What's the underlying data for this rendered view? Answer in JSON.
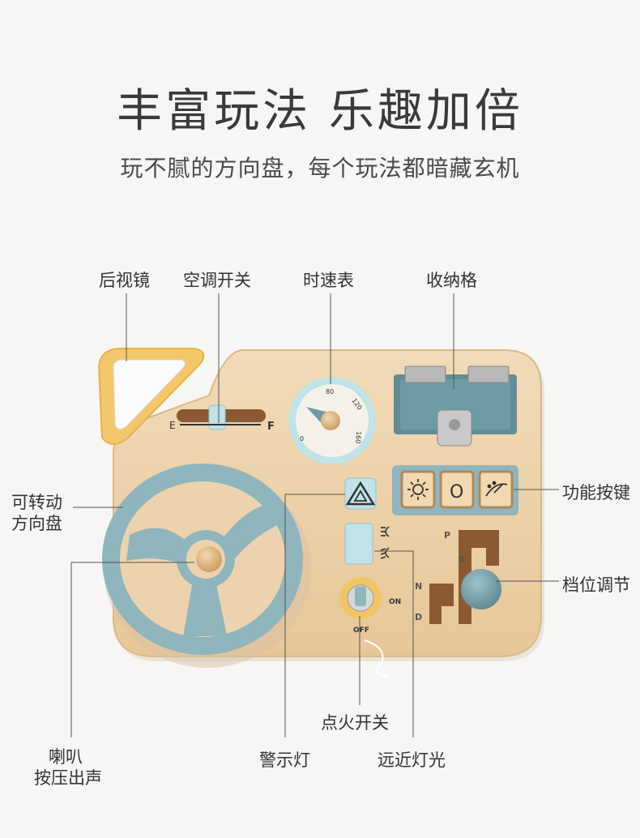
{
  "header": {
    "title": "丰富玩法 乐趣加倍",
    "subtitle": "玩不腻的方向盘，每个玩法都暗藏玄机"
  },
  "callouts": {
    "mirror": "后视镜",
    "ac_switch": "空调开关",
    "speedometer": "时速表",
    "storage": "收纳格",
    "steering_line1": "可转动",
    "steering_line2": "方向盘",
    "function_buttons": "功能按键",
    "gear_shift": "档位调节",
    "ignition": "点火开关",
    "hazard": "警示灯",
    "headlights": "远近灯光",
    "horn_line1": "喇叭",
    "horn_line2": "按压出声"
  },
  "board_labels": {
    "fuel_empty": "E",
    "fuel_full": "F",
    "speed_0": "0",
    "speed_80": "80",
    "speed_120": "120",
    "speed_160": "160",
    "gear_p": "P",
    "gear_r": "R",
    "gear_n": "N",
    "gear_d": "D",
    "ignition_on": "ON",
    "ignition_off": "OFF",
    "button_middle": "O"
  },
  "colors": {
    "wood": "#edd3ad",
    "wood_edge": "#e2c08f",
    "teal": "#8fb5bd",
    "teal_dark": "#6f99a3",
    "light_blue": "#bfe3e6",
    "yellow": "#f2c564",
    "panel": "#5f8e97"
  },
  "icons": {
    "button_left": "sun-icon",
    "button_right": "wiper-icon",
    "hazard": "hazard-triangle-icon",
    "high_beam": "high-beam-icon",
    "low_beam": "low-beam-icon"
  }
}
